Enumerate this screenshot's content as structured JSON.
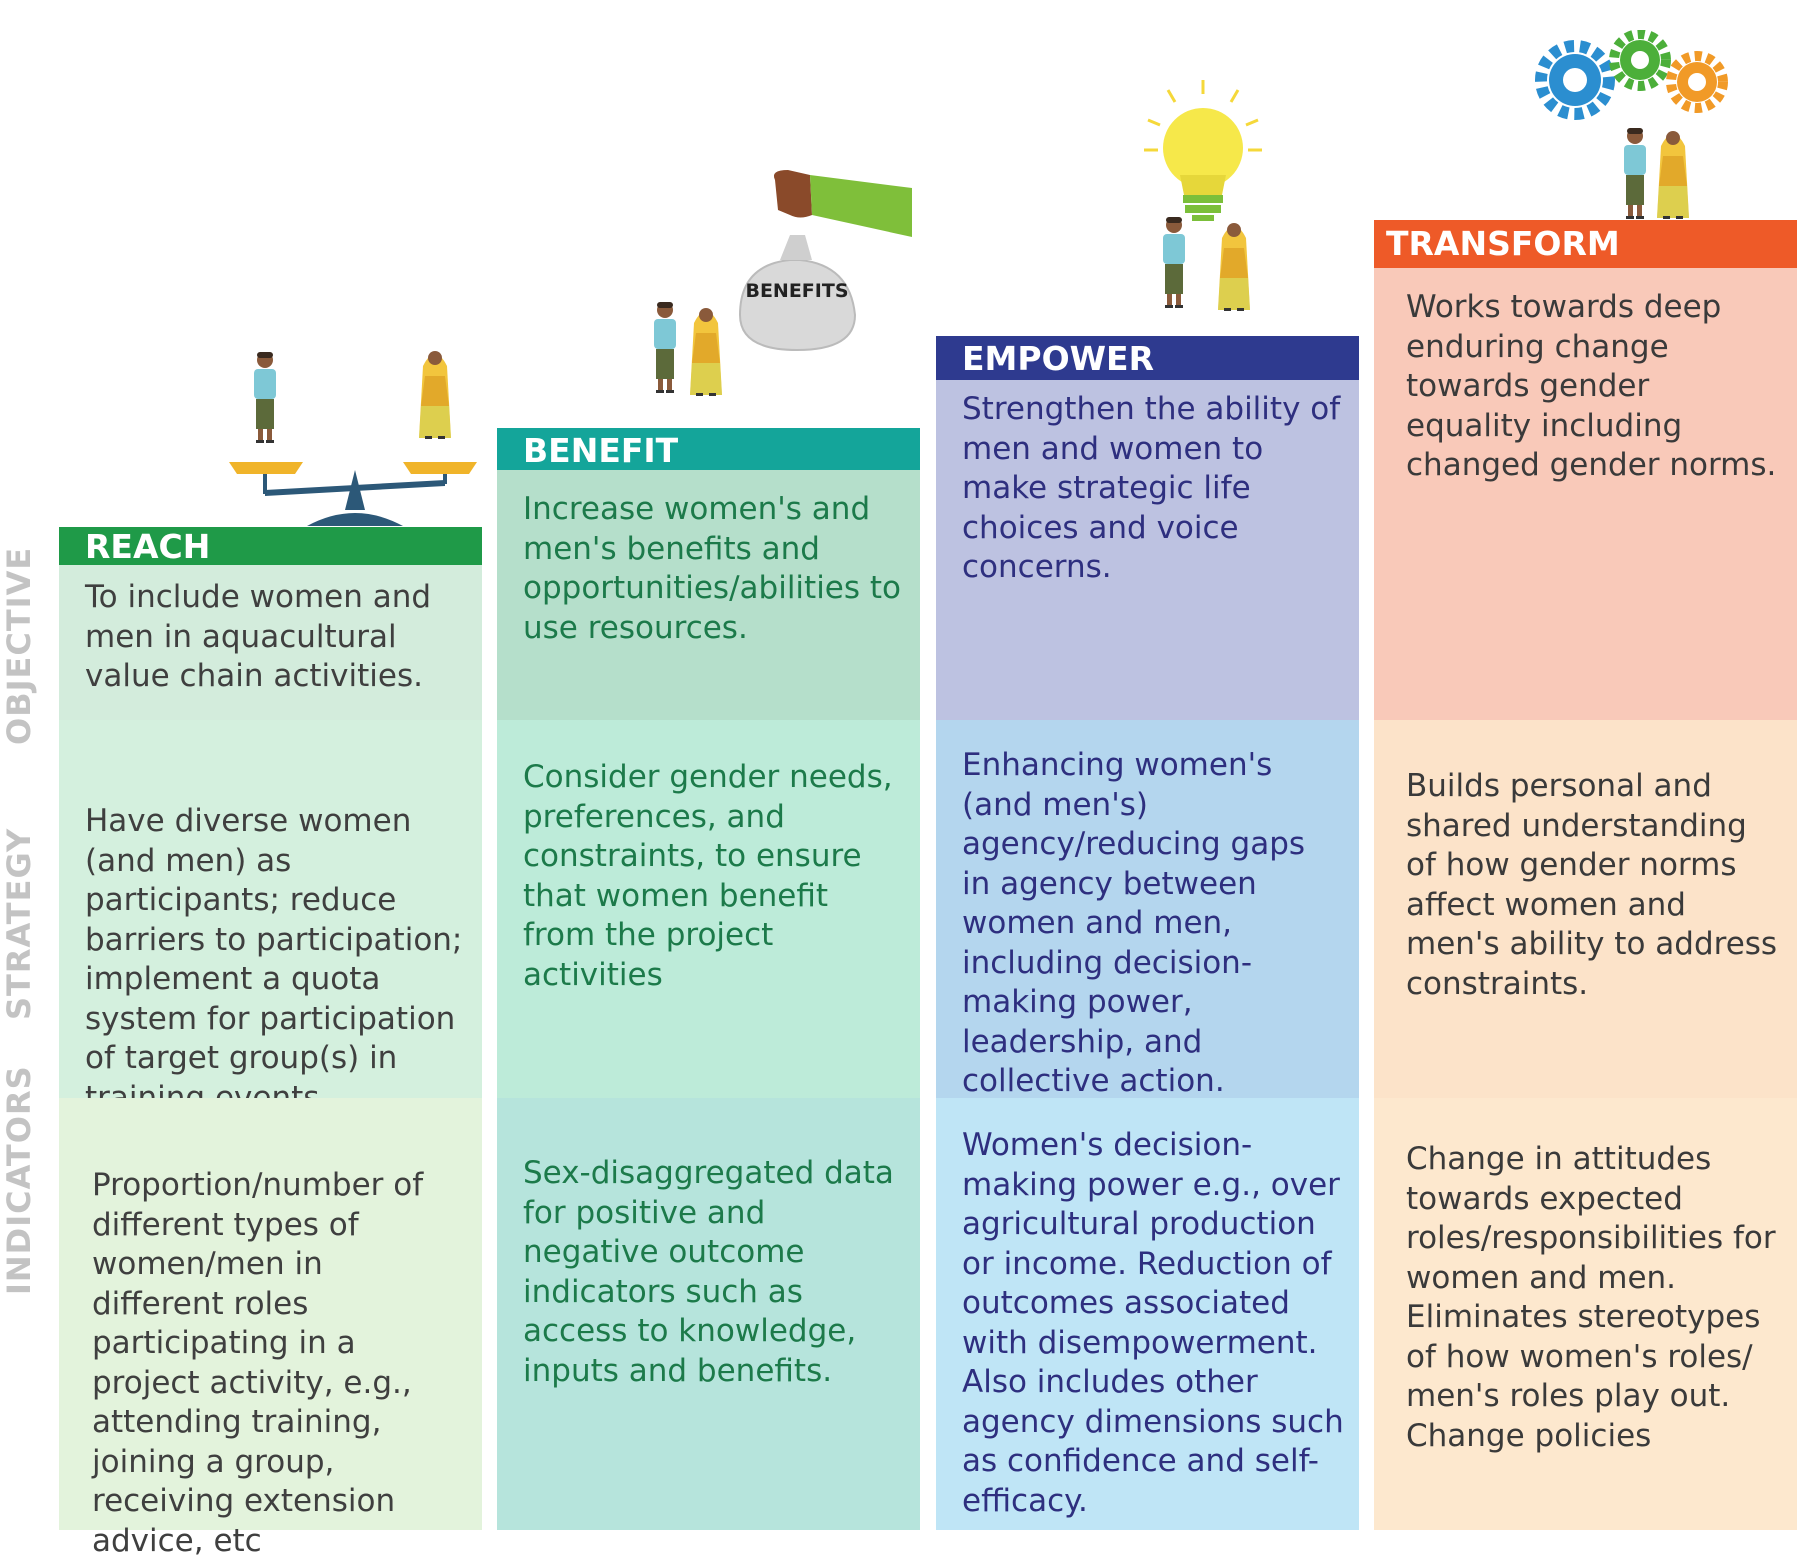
{
  "row_labels": {
    "objective": "OBJECTIVE",
    "strategy": "STRATEGY",
    "indicators": "INDICATORS"
  },
  "columns": [
    {
      "key": "reach",
      "title": "REACH",
      "objective": "To include women and men in aquacultural value chain activities.",
      "strategy": "Have diverse women (and men) as participants; reduce barriers to participation; implement a quota system for participation of target group(s) in training events",
      "indicators": "Proportion/number of different types of women/men in different roles participating in a project activity, e.g., attending training, joining a group, receiving extension advice, etc"
    },
    {
      "key": "benefit",
      "title": "BENEFIT",
      "objective": "Increase women's and men's benefits and opportunities/abilities to use resources.",
      "strategy": "Consider gender needs, preferences, and constraints, to ensure that women benefit from the project activities",
      "indicators": "Sex-disaggregated data for positive and negative outcome indicators such as access to knowledge, inputs and benefits."
    },
    {
      "key": "empower",
      "title": "EMPOWER",
      "objective": "Strengthen the ability of men and women to make strategic life choices and voice concerns.",
      "strategy": "Enhancing women's (and men's) agency/reducing gaps in agency between women and men, including decision-making power, leadership, and collective action.",
      "indicators": "Women's decision-making power e.g., over agricultural production or income. Reduction of outcomes associated with disempowerment. Also includes other agency dimensions such as confidence and self-efficacy."
    },
    {
      "key": "transform",
      "title": "TRANSFORM",
      "objective": "Works towards deep enduring change towards gender equality including changed gender norms.",
      "strategy": "Builds personal and shared understanding of how gender norms affect women and men's ability to address constraints.",
      "indicators": "Change in attitudes towards expected roles/responsibilities for women and men. Eliminates stereotypes of how women's roles/ men's roles play out. Change policies"
    }
  ],
  "illustrations": {
    "bag_label": "BENEFITS"
  },
  "colors": {
    "reach_header": "#1f9a48",
    "benefit_header": "#14a59a",
    "empower_header": "#2e3a8f",
    "transform_header": "#ee5a28",
    "reach_obj": "#d3ecdc",
    "reach_str": "#d4f0de",
    "reach_ind": "#e3f3dc",
    "benefit_obj": "#b5dfcb",
    "benefit_str": "#bdebd9",
    "benefit_ind": "#b6e4dc",
    "empower_obj": "#bdc2e1",
    "empower_str": "#b4d6ee",
    "empower_ind": "#bfe5f6",
    "transform_obj": "#f9c9b9",
    "transform_str": "#fce3c9",
    "transform_ind": "#fde8ce"
  }
}
